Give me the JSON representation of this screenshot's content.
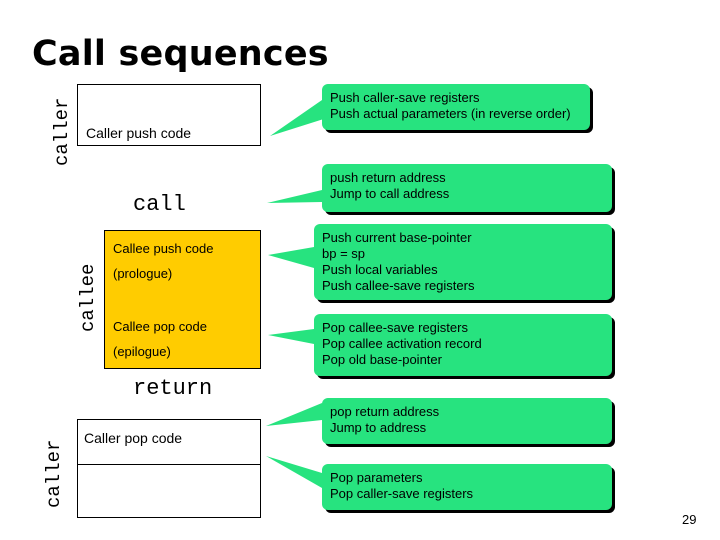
{
  "title": "Call sequences",
  "side_labels": {
    "caller_top": "caller",
    "callee": "callee",
    "caller_bottom": "caller"
  },
  "boxes": {
    "caller_push": "Caller push code",
    "call": "call",
    "callee_push": "Callee push code",
    "prologue": "(prologue)",
    "callee_pop": "Callee pop code",
    "epilogue": "(epilogue)",
    "return": "return",
    "caller_pop": "Caller pop code"
  },
  "callouts": [
    {
      "lines": [
        "Push caller-save registers",
        "Push actual parameters (in reverse order)"
      ]
    },
    {
      "lines": [
        "push return address",
        "Jump to call address"
      ]
    },
    {
      "lines": [
        "Push current base-pointer",
        "bp = sp",
        "Push local variables",
        "Push callee-save registers"
      ]
    },
    {
      "lines": [
        "Pop callee-save registers",
        "Pop callee activation record",
        "Pop old base-pointer"
      ]
    },
    {
      "lines": [
        "pop return address",
        "Jump to address"
      ]
    },
    {
      "lines": [
        "Pop parameters",
        "Pop caller-save registers"
      ]
    }
  ],
  "colors": {
    "callout_fill": "#27e37f",
    "callee_fill": "#ffcc00"
  },
  "page_number": "29"
}
